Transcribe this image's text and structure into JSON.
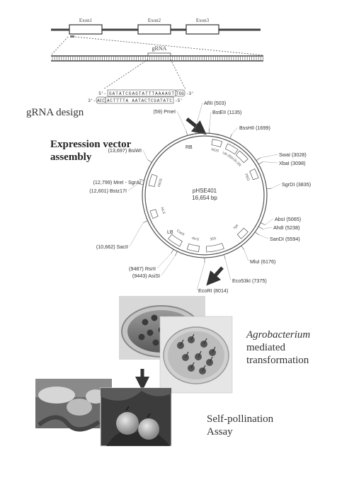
{
  "gene": {
    "exons": [
      "Exon1",
      "Exon2",
      "Exon3"
    ],
    "grna_label": "gRNA",
    "seq_top_prefix": "5'-",
    "seq_top": "GATATCGAGTATTTAAAAGT",
    "seq_top_pam": "TGG",
    "seq_top_suffix": "-3'",
    "seq_bottom_prefix": "3'-",
    "seq_bottom_pam": "ACC",
    "seq_bottom": "ACTTTTA AATACTCGATATC",
    "seq_bottom_suffix": "-5'"
  },
  "steps": {
    "grna_design": "gRNA design",
    "vector_line1": "Expression vector",
    "vector_line2": "assembly",
    "agro_line1": "Agrobacterium",
    "agro_line2": "mediated",
    "agro_line3": "transformation",
    "self_line1": "Self-pollination",
    "self_line2": "Assay"
  },
  "plasmid": {
    "name": "pHSE401",
    "size": "16,654 bp",
    "sites": [
      "(59) PmeI",
      "AflII (503)",
      "BstEII (1135)",
      "BssHII (1699)",
      "SwaI (3028)",
      "XbaI (3098)",
      "SgrDI (3835)",
      "AbsI (5065)",
      "AhdI (5238)",
      "SanDI (5594)",
      "MluI (6176)",
      "Eco53kI (7375)",
      "EcoRI (8014)",
      "(13,697) BsiWI",
      "(12,799) MreI - SgrAI",
      "(12,601) Bstz17I",
      "(10,662) SacII",
      "(9487) RsrII",
      "(9443) AsiSI"
    ],
    "borders": [
      "RB",
      "LB"
    ],
    "features": [
      "NOS",
      "U6-26p",
      "U6-26t",
      "PEG",
      "hpt",
      "35S",
      "rbcS",
      "Cas9",
      "NLS",
      "tNOS"
    ]
  }
}
